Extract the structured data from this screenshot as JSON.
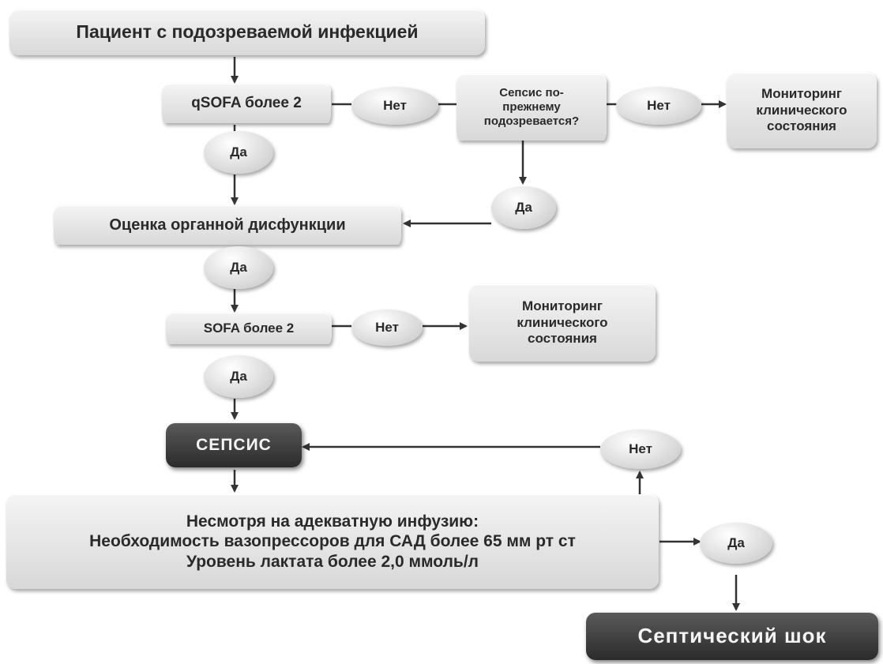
{
  "nodes": {
    "start": "Пациент с подозреваемой инфекцией",
    "qsofa": "qSOFA более 2",
    "sepsis_suspected": "Сепсис по-прежнему подозревается?",
    "monitoring_1": "Мониторинг клинического состояния",
    "organ_dysfunction": "Оценка органной дисфункции",
    "sofa": "SOFA более 2",
    "monitoring_2": "Мониторинг клинического состояния",
    "sepsis": "СЕПСИС",
    "criteria_line_1": "Несмотря на адекватную инфузию:",
    "criteria_line_2": "Необходимость вазопрессоров для САД более 65 мм  рт ст",
    "criteria_line_3": "Уровень лактата более 2,0 ммоль/л",
    "septic_shock": "Септический шок"
  },
  "decisions": {
    "qsofa_no": "Нет",
    "qsofa_yes": "Да",
    "suspected_no": "Нет",
    "suspected_yes": "Да",
    "organ_yes": "Да",
    "sofa_no": "Нет",
    "sofa_yes": "Да",
    "criteria_no": "Нет",
    "criteria_yes": "Да"
  }
}
